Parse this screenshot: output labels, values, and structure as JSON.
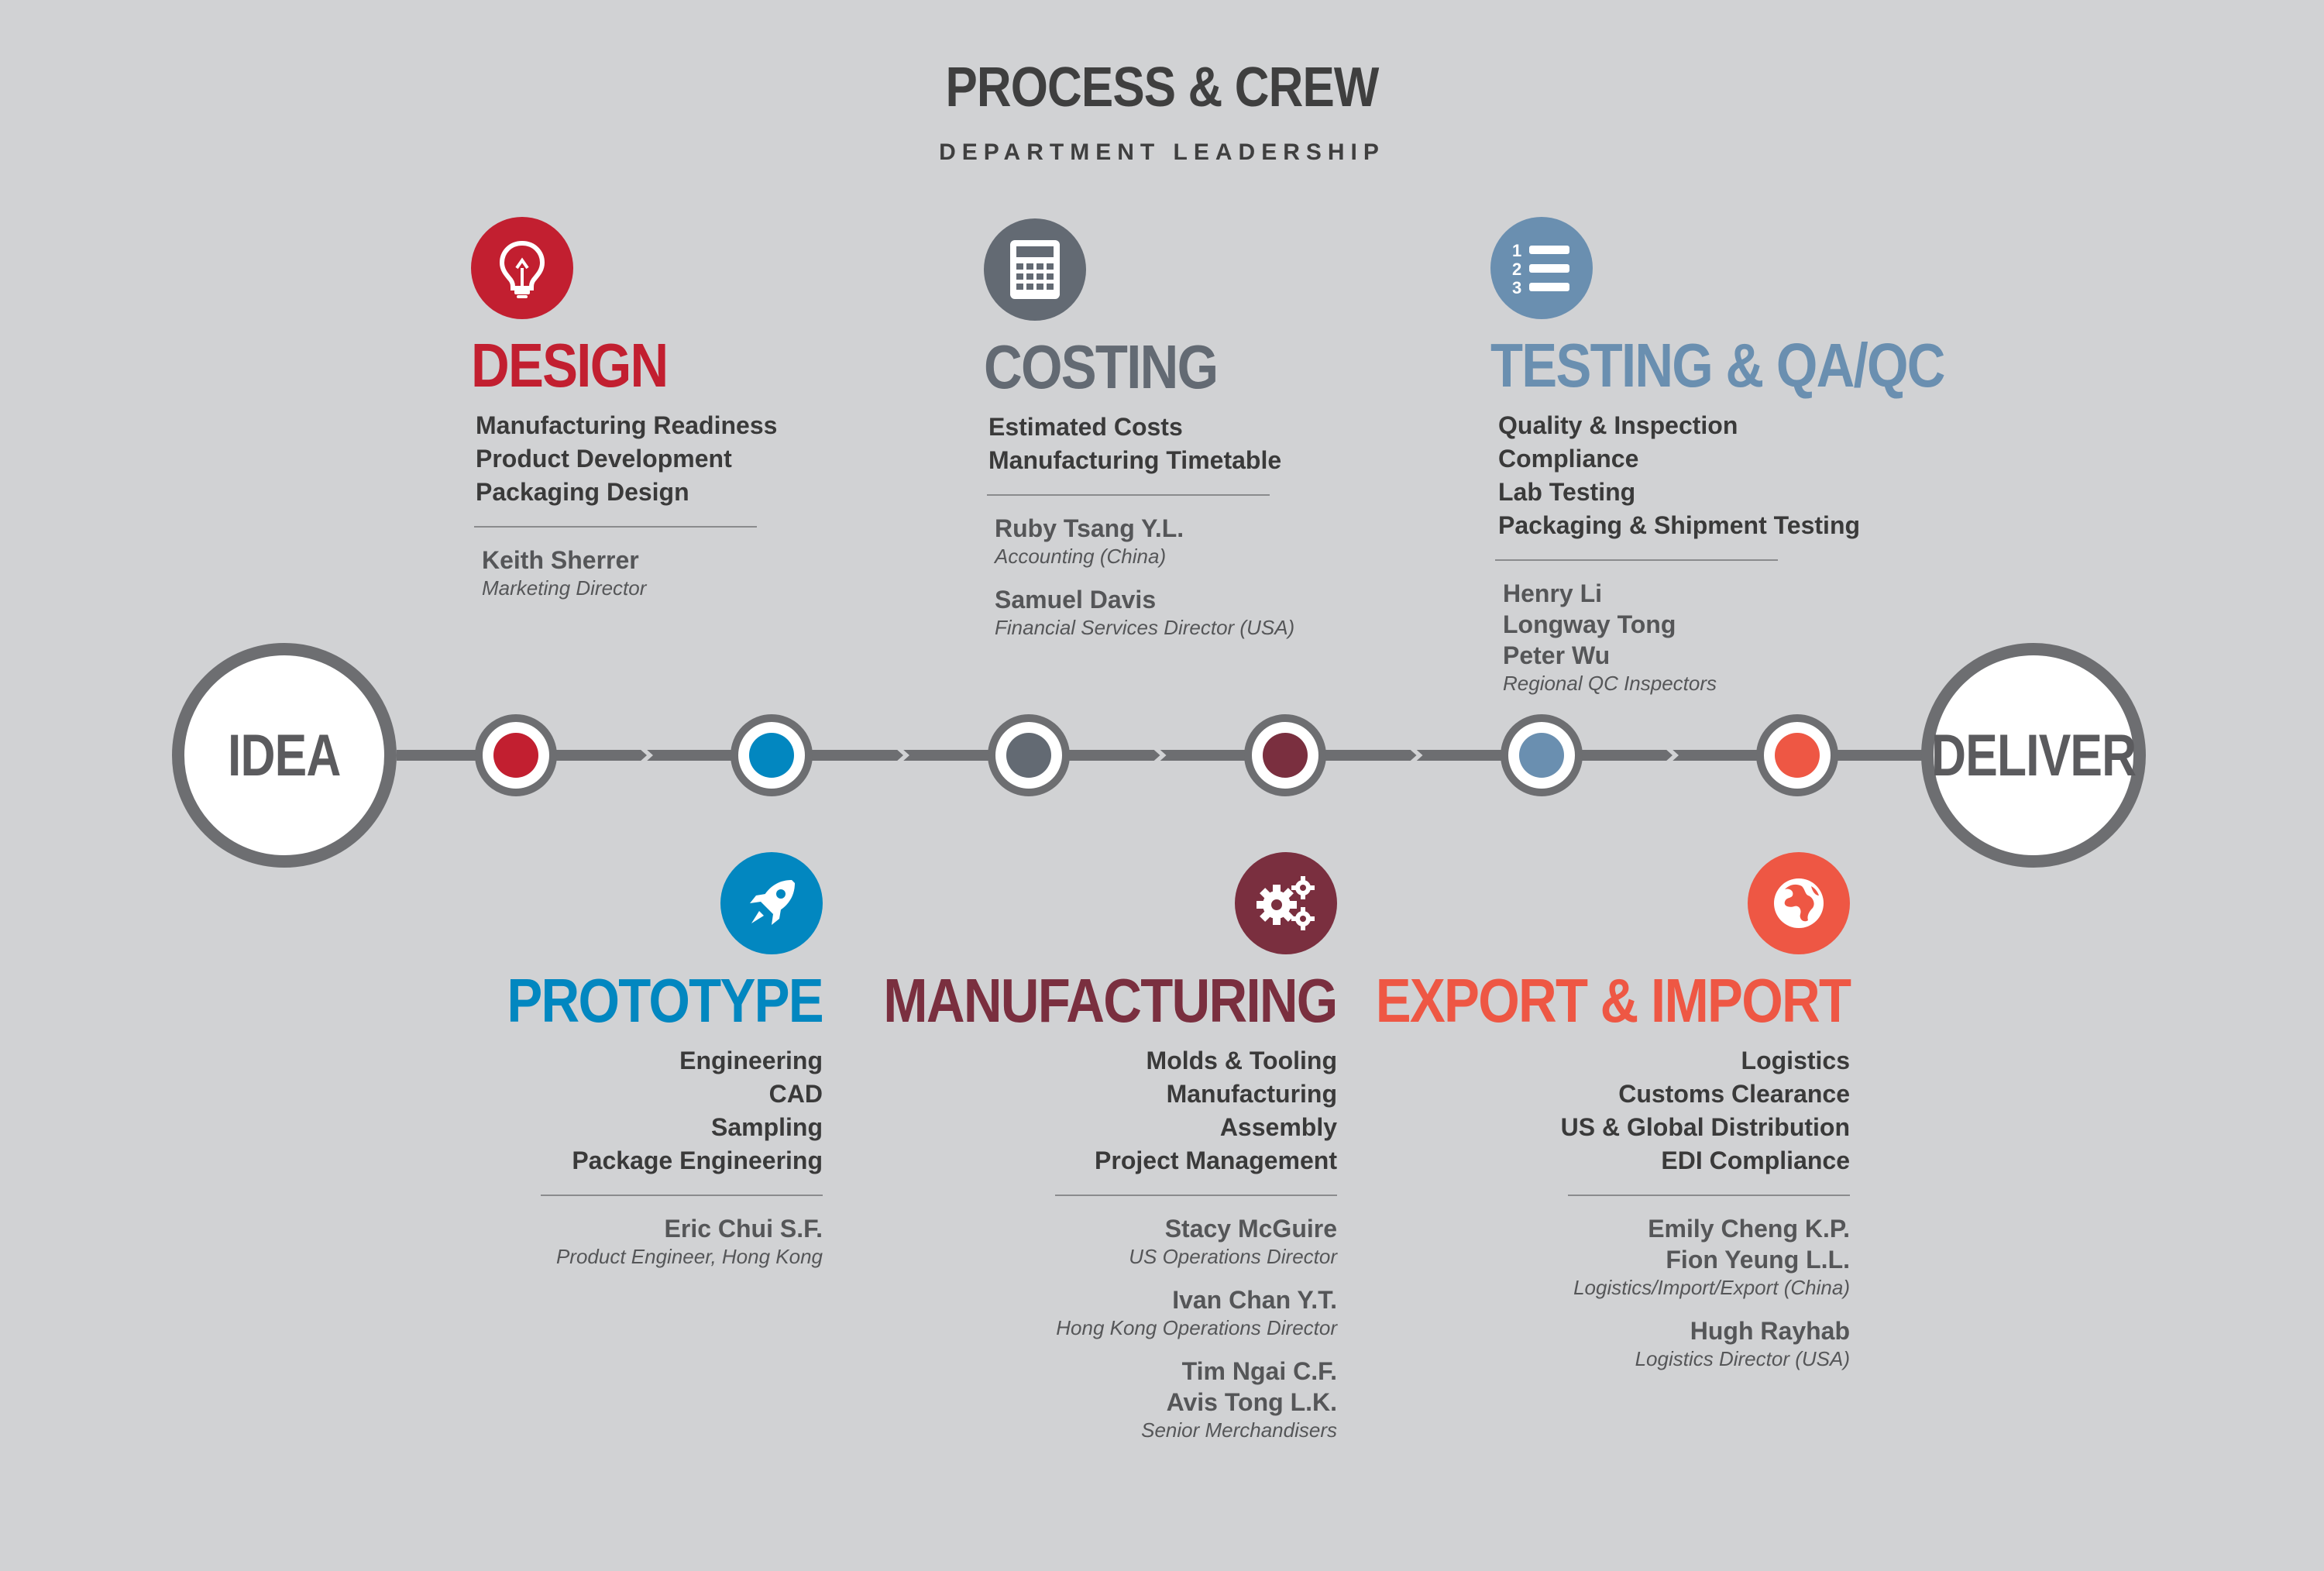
{
  "header": {
    "title": "PROCESS & CREW",
    "subtitle": "DEPARTMENT LEADERSHIP"
  },
  "timeline": {
    "start": "IDEA",
    "end": "DELIVER",
    "line_color": "#6d6e71",
    "node_colors": [
      "#c21f30",
      "#0287c0",
      "#636a73",
      "#7a2f3f",
      "#6a8fb0",
      "#ee5744"
    ]
  },
  "stages": [
    {
      "id": "design",
      "title": "DESIGN",
      "color": "#c21f30",
      "icon": "lightbulb-icon",
      "items": [
        "Manufacturing Readiness",
        "Product Development",
        "Packaging Design"
      ],
      "crew": [
        {
          "names": [
            "Keith Sherrer"
          ],
          "role": "Marketing Director"
        }
      ]
    },
    {
      "id": "prototype",
      "title": "PROTOTYPE",
      "color": "#0287c0",
      "icon": "rocket-icon",
      "items": [
        "Engineering",
        "CAD",
        "Sampling",
        "Package Engineering"
      ],
      "crew": [
        {
          "names": [
            "Eric Chui S.F."
          ],
          "role": "Product Engineer, Hong Kong"
        }
      ]
    },
    {
      "id": "costing",
      "title": "COSTING",
      "color": "#636a73",
      "icon": "calculator-icon",
      "items": [
        "Estimated Costs",
        "Manufacturing Timetable"
      ],
      "crew": [
        {
          "names": [
            "Ruby Tsang Y.L."
          ],
          "role": "Accounting (China)"
        },
        {
          "names": [
            "Samuel Davis"
          ],
          "role": "Financial Services Director (USA)"
        }
      ]
    },
    {
      "id": "manufacturing",
      "title": "MANUFACTURING",
      "color": "#7a2f3f",
      "icon": "gears-icon",
      "items": [
        "Molds & Tooling",
        "Manufacturing",
        "Assembly",
        "Project Management"
      ],
      "crew": [
        {
          "names": [
            "Stacy McGuire"
          ],
          "role": "US Operations Director"
        },
        {
          "names": [
            "Ivan Chan Y.T."
          ],
          "role": "Hong Kong Operations Director"
        },
        {
          "names": [
            "Tim Ngai C.F.",
            "Avis Tong L.K."
          ],
          "role": "Senior Merchandisers"
        }
      ]
    },
    {
      "id": "testing",
      "title": "TESTING & QA/QC",
      "color": "#6a8fb0",
      "icon": "numbered-list-icon",
      "items": [
        "Quality & Inspection",
        "Compliance",
        "Lab Testing",
        "Packaging & Shipment Testing"
      ],
      "crew": [
        {
          "names": [
            "Henry Li",
            "Longway Tong",
            "Peter Wu"
          ],
          "role": "Regional QC Inspectors"
        }
      ]
    },
    {
      "id": "export",
      "title": "EXPORT & IMPORT",
      "color": "#ee5744",
      "icon": "globe-icon",
      "items": [
        "Logistics",
        "Customs Clearance",
        "US & Global Distribution",
        "EDI Compliance"
      ],
      "crew": [
        {
          "names": [
            "Emily Cheng K.P.",
            "Fion Yeung L.L."
          ],
          "role": "Logistics/Import/Export (China)"
        },
        {
          "names": [
            "Hugh Rayhab"
          ],
          "role": "Logistics Director (USA)"
        }
      ]
    }
  ]
}
